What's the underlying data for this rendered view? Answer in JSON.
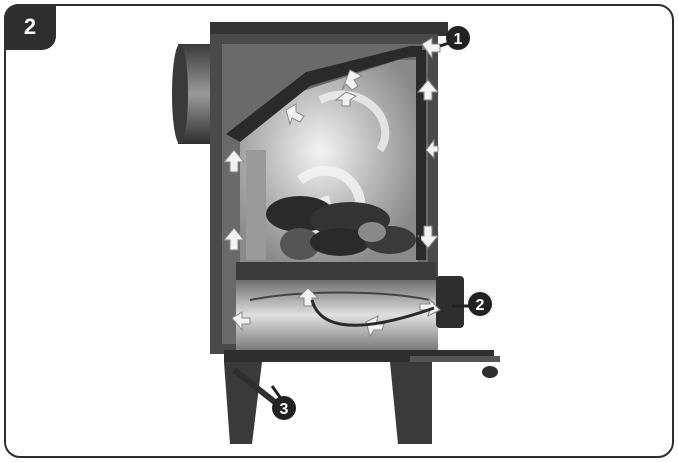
{
  "step_badge": "2",
  "callouts": [
    {
      "label": "1",
      "meaning": "flue-outlet-airflow"
    },
    {
      "label": "2",
      "meaning": "primary-air-intake"
    },
    {
      "label": "3",
      "meaning": "secondary-air-intake"
    }
  ],
  "colors": {
    "frame": "#2e2e2e",
    "stove_body": "#4a4a4a",
    "interior": "#cfcfcf",
    "smoke": "#e9e9e9",
    "arrows": "#f2f2f2",
    "logs": "#2a2a2a"
  },
  "icons": [
    "air-arrow-icon",
    "callout-marker-icon"
  ]
}
